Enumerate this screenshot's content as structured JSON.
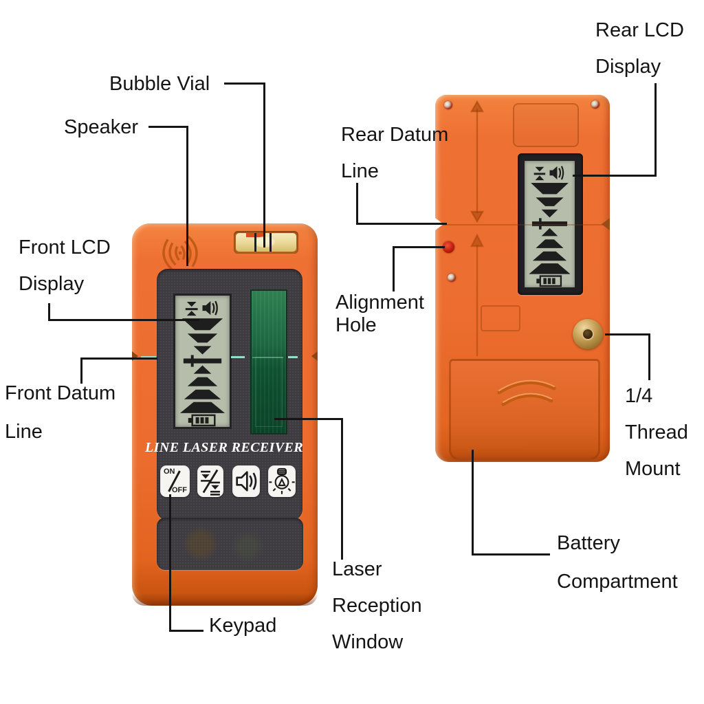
{
  "labels": {
    "bubble_vial": "Bubble Vial",
    "speaker": "Speaker",
    "front_lcd_1": "Front LCD",
    "front_lcd_2": "Display",
    "front_datum_1": "Front Datum",
    "front_datum_2": "Line",
    "keypad": "Keypad",
    "laser_window_1": "Laser",
    "laser_window_2": "Reception",
    "laser_window_3": "Window",
    "rear_lcd_1": "Rear LCD",
    "rear_lcd_2": "Display",
    "rear_datum_1": "Rear Datum",
    "rear_datum_2": "Line",
    "alignment_1": "Alignment",
    "alignment_2": "Hole",
    "thread_1": "1/4",
    "thread_2": "Thread",
    "thread_3": "Mount",
    "battery_1": "Battery",
    "battery_2": "Compartment"
  },
  "front_device": {
    "brand": "LINE LASER RECEIVER",
    "power_on": "ON",
    "power_off": "OFF"
  },
  "icons": {
    "speaker_grille": "concentric-arcs",
    "bubble_vial": "level-vial",
    "lcd_alignment": "arrows-to-line",
    "lcd_speaker": "speaker-waves",
    "lcd_arrow_stack": "up-down-triangle-stack",
    "lcd_battery": "battery-level",
    "accuracy_button": "triangle-bars-slash",
    "volume_button": "speaker-waves",
    "backlight_button": "light-bulb-rays",
    "screw": "phillips-screw",
    "alignment_hole": "red-dot",
    "thread_mount": "brass-thread-socket"
  },
  "colors": {
    "body_orange": "#ee7033",
    "body_orange_dark": "#c5530f",
    "body_orange_light": "#f4833f",
    "panel_dark": "#3d3b40",
    "lcd_background": "#b6bdaa",
    "lcd_icon": "#1e1e1e",
    "window_green_light": "#2e7f51",
    "window_green_dark": "#0a4427",
    "datum_teal": "#9adbc8",
    "vial_yellow": "#e9d795",
    "label_text": "#141414",
    "brand_text": "#ffffff",
    "thread_gold": "#c79f55",
    "alignment_red": "#c01d0d",
    "background": "#ffffff"
  }
}
